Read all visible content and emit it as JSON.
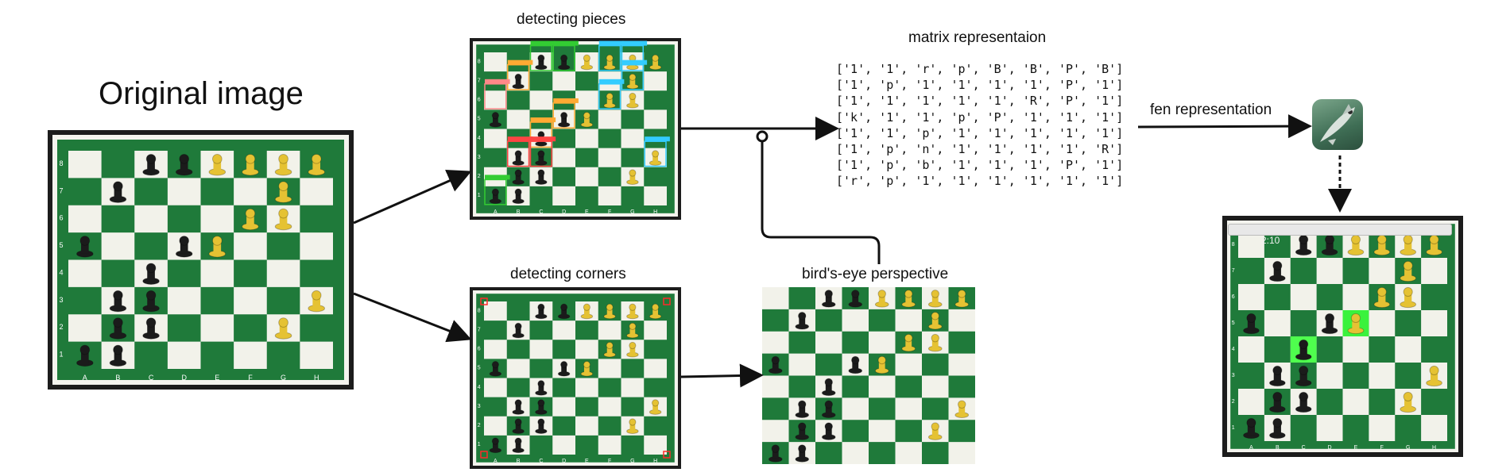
{
  "labels": {
    "original": "Original image",
    "pieces": "detecting pieces",
    "corners": "detecting corners",
    "birds_eye": "bird's-eye perspective",
    "matrix": "matrix representaion",
    "fen": "fen  representation"
  },
  "matrix_rows": [
    "['1', '1', 'r', 'p', 'B', 'B', 'P', 'B']",
    "['1', 'p', '1', '1', '1', '1', 'P', '1']",
    "['1', '1', '1', '1', '1', 'R', 'P', '1']",
    "['k', '1', '1', 'p', 'P', '1', '1', '1']",
    "['1', '1', 'p', '1', '1', '1', '1', '1']",
    "['1', 'p', 'n', '1', '1', '1', '1', 'R']",
    "['1', 'p', 'b', '1', '1', '1', 'P', '1']",
    "['r', 'p', '1', '1', '1', '1', '1', '1']"
  ],
  "board": {
    "ranks": [
      "8",
      "7",
      "6",
      "5",
      "4",
      "3",
      "2",
      "1"
    ],
    "files": [
      "A",
      "B",
      "C",
      "D",
      "E",
      "F",
      "G",
      "H"
    ],
    "pieces": [
      {
        "row": 0,
        "col": 2,
        "color": "dark"
      },
      {
        "row": 0,
        "col": 3,
        "color": "dark"
      },
      {
        "row": 0,
        "col": 4,
        "color": "light"
      },
      {
        "row": 0,
        "col": 5,
        "color": "light"
      },
      {
        "row": 0,
        "col": 6,
        "color": "light"
      },
      {
        "row": 0,
        "col": 7,
        "color": "light"
      },
      {
        "row": 1,
        "col": 1,
        "color": "dark"
      },
      {
        "row": 1,
        "col": 6,
        "color": "light"
      },
      {
        "row": 2,
        "col": 5,
        "color": "light"
      },
      {
        "row": 2,
        "col": 6,
        "color": "light"
      },
      {
        "row": 3,
        "col": 0,
        "color": "dark"
      },
      {
        "row": 3,
        "col": 3,
        "color": "dark"
      },
      {
        "row": 3,
        "col": 4,
        "color": "light"
      },
      {
        "row": 4,
        "col": 2,
        "color": "dark"
      },
      {
        "row": 5,
        "col": 1,
        "color": "dark"
      },
      {
        "row": 5,
        "col": 2,
        "color": "dark"
      },
      {
        "row": 5,
        "col": 7,
        "color": "light"
      },
      {
        "row": 6,
        "col": 1,
        "color": "dark"
      },
      {
        "row": 6,
        "col": 2,
        "color": "dark"
      },
      {
        "row": 6,
        "col": 6,
        "color": "light"
      },
      {
        "row": 7,
        "col": 0,
        "color": "dark"
      },
      {
        "row": 7,
        "col": 1,
        "color": "dark"
      }
    ]
  },
  "detections": [
    {
      "row": 0,
      "col": 2,
      "color": "#33cc33"
    },
    {
      "row": 0,
      "col": 3,
      "color": "#33cc33"
    },
    {
      "row": 0,
      "col": 5,
      "color": "#33ccff"
    },
    {
      "row": 0,
      "col": 6,
      "color": "#33ccff"
    },
    {
      "row": 1,
      "col": 1,
      "color": "#ffaa33"
    },
    {
      "row": 1,
      "col": 6,
      "color": "#33ccff"
    },
    {
      "row": 2,
      "col": 0,
      "color": "#ff8888"
    },
    {
      "row": 2,
      "col": 5,
      "color": "#33ccff"
    },
    {
      "row": 3,
      "col": 3,
      "color": "#ffaa33"
    },
    {
      "row": 4,
      "col": 2,
      "color": "#ffaa33"
    },
    {
      "row": 5,
      "col": 1,
      "color": "#ff4444"
    },
    {
      "row": 5,
      "col": 2,
      "color": "#ff4444"
    },
    {
      "row": 5,
      "col": 7,
      "color": "#33ccff"
    },
    {
      "row": 7,
      "col": 0,
      "color": "#33cc33"
    }
  ],
  "result_highlight": [
    {
      "row": 3,
      "col": 4
    },
    {
      "row": 4,
      "col": 2
    }
  ],
  "result_time": "2:10",
  "colors": {
    "board_green": "#1f7a3a",
    "board_light": "#f2f2ea",
    "piece_light": "#e5c233",
    "piece_dark": "#1b1b1b",
    "highlight": "#3dff3d"
  },
  "icons": [
    "chess-engine-app-icon"
  ]
}
